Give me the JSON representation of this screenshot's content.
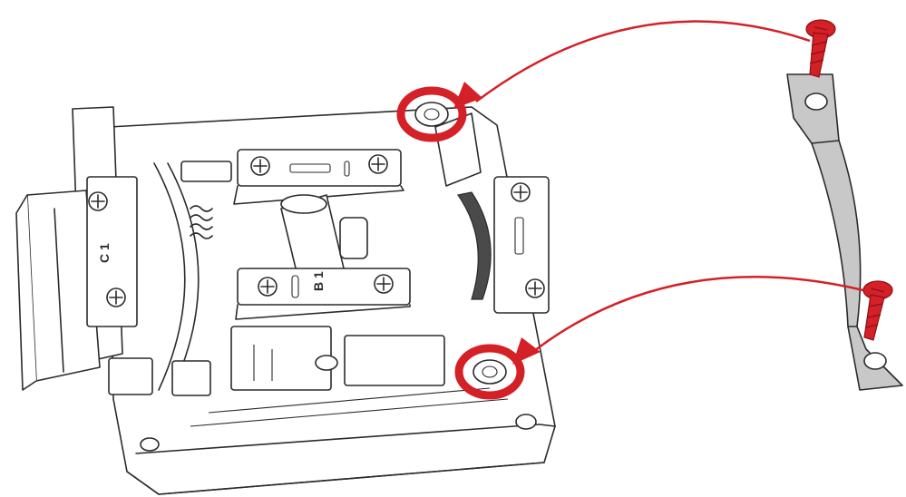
{
  "diagram": {
    "labels": {
      "module_c": "C 1",
      "module_b": "B 1"
    },
    "colors": {
      "highlight": "#d42027",
      "line": "#2b2b2b",
      "bracket_fill": "#c8c8c8",
      "background": "#ffffff"
    },
    "parts": [
      "housing",
      "bracket",
      "screw",
      "screw",
      "mounting-hole-target",
      "mounting-hole-target"
    ]
  }
}
